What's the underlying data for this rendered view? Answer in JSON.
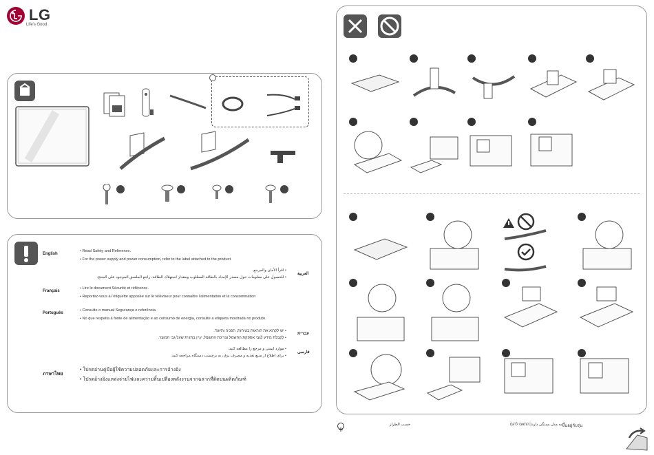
{
  "brand": {
    "name": "LG",
    "tagline": "Life's Good"
  },
  "safety": {
    "langs": [
      {
        "name": "English",
        "lines": [
          "• Read Safety and Reference.",
          "• For the power supply and power consumption, refer to the label attached to the product."
        ]
      },
      {
        "name": "العربية",
        "lines": [
          "• اقرأ الأمان والمرجع.",
          "• للحصول على معلومات حول مصدر الإمداد بالطاقة المطلوب ومقدار استهلاك الطاقة، راجع الملصق الموجود على المنتج."
        ]
      },
      {
        "name": "Français",
        "lines": [
          "• Lire le document Sécurité et référence.",
          "• Reportez-vous à l'étiquette apposée sur le téléviseur pour connaître l'alimentation et la consommation"
        ]
      },
      {
        "name": "Português",
        "lines": [
          "• Consulte o manual Segurança e referência.",
          "• No que respeita à fonte de alimentação e ao consumo de energia, consulte a etiqueta mostrada no produto."
        ]
      },
      {
        "name": "עברית",
        "lines": [
          "• יש לקרוא את הוראות בטיחות, הפניה ותיעוד.",
          "• לקבלת מידע לגבי אספקת החשמל וצריכת החשמל, עיין בתווית שעל גבי המוצר."
        ]
      },
      {
        "name": "فارسی",
        "lines": [
          "• موارد ایمنی و مرجع را مطالعه کنید.",
          "• برای اطلاع از منبع تغذیه و مصرف برق، به برچسب دستگاه مراجعه کنید."
        ]
      },
      {
        "name": "ภาษาไทย",
        "lines": [
          "• โปรดอ่านคู่มือผู้ใช้ความปลอดภัยและการอ้างอิง",
          "• โปรดอ้างอิงแหล่งจ่ายไฟและความสิ้นเปลืองพลังงานจากฉลากที่ติดบนผลิตภัณฑ์"
        ]
      }
    ]
  },
  "footer": {
    "right1": "به مدل بستگی دارد",
    "right2": "בהתאם לדגם",
    "right3": "ขึ้นอยู่กับรุ่น",
    "mid": "حسب الطراز"
  },
  "colors": {
    "brand": "#a50034",
    "panel_border": "#999999"
  }
}
